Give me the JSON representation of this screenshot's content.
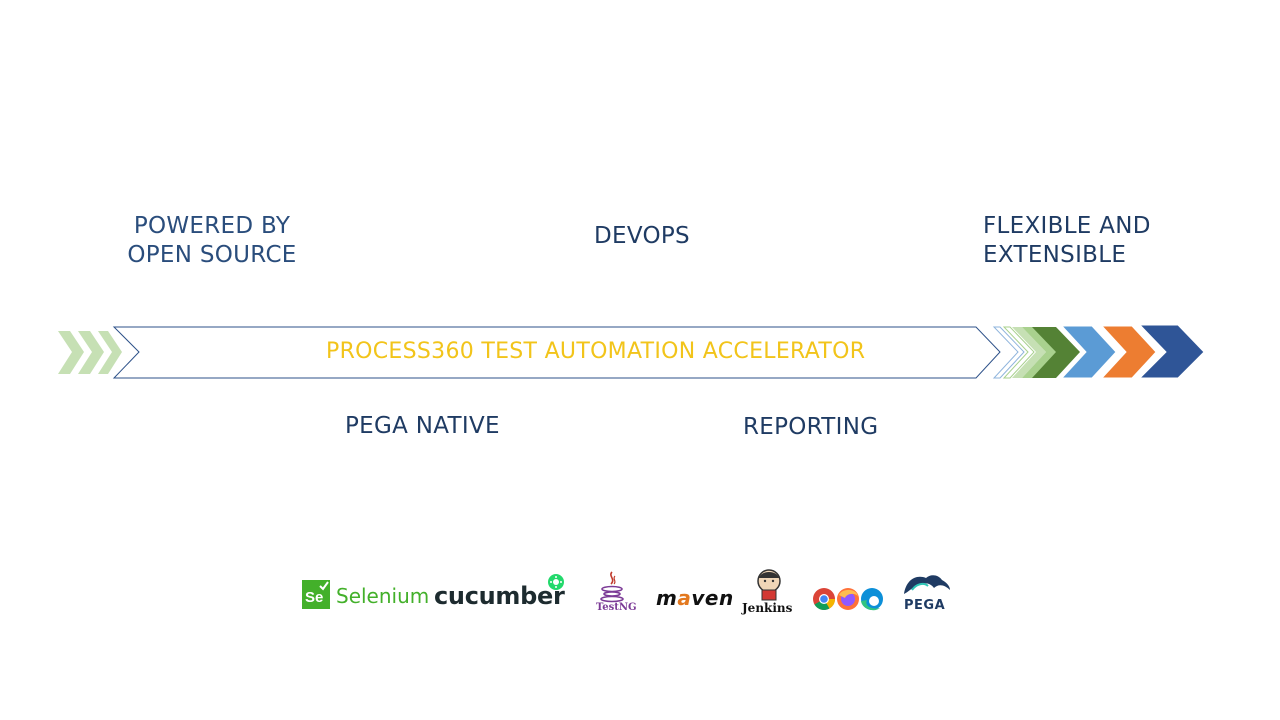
{
  "features": {
    "powered": [
      "POWERED BY",
      "OPEN SOURCE"
    ],
    "devops": "DEVOPS",
    "flexible": [
      "FLEXIBLE AND",
      "EXTENSIBLE"
    ],
    "pega_native": "PEGA NATIVE",
    "reporting": "REPORTING"
  },
  "banner": {
    "title": "PROCESS360 TEST AUTOMATION ACCELERATOR"
  },
  "logos": {
    "selenium_mark": "Se",
    "selenium": "Selenium",
    "cucumber": "cucumber",
    "testng": "TestNG",
    "maven_m": "m",
    "maven_a": "a",
    "maven_rest": "ven",
    "jenkins": "Jenkins",
    "pega": "PEGA"
  },
  "colors": {
    "label_text": "#1f3b63",
    "banner_text": "#f2c41a",
    "banner_border": "#2d5189",
    "chevron_light_green": "#c6e0b4",
    "chevron_mid_green": "#a9d18e",
    "chevron_dark_green": "#548235",
    "chevron_blue": "#5b9bd5",
    "chevron_orange": "#ed7d31",
    "chevron_navy": "#2f5597"
  }
}
